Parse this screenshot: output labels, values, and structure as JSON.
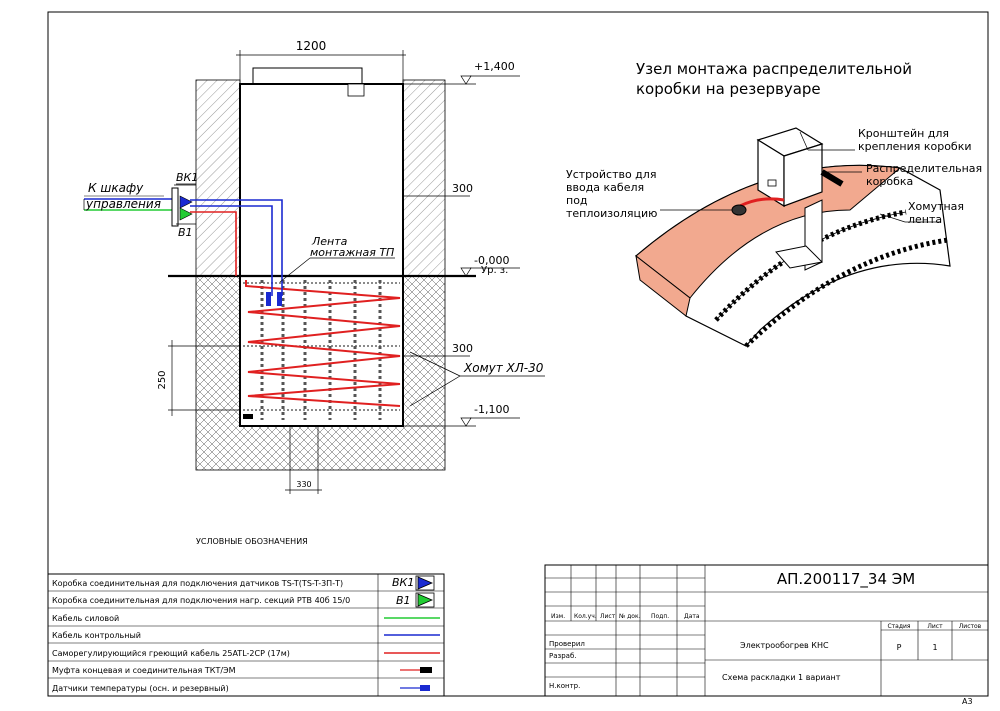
{
  "drawing": {
    "dim_width": "1200",
    "dim_wall_top": "300",
    "dim_wall_mid": "300",
    "dim_spacing": "250",
    "dim_bottom": "330",
    "level_top": "+1,400",
    "level_ground": "-0,000",
    "level_ground_sub": "Ур. з.",
    "level_bottom": "-1,100",
    "label_vk1": "ВК1",
    "label_v1": "В1",
    "label_to_cabinet_1": "К шкафу",
    "label_to_cabinet_2": "управления",
    "label_tape_1": "Лента",
    "label_tape_2": "монтажная ТП",
    "label_clamp": "Хомут ХЛ-30"
  },
  "detail": {
    "title_1": "Узел монтажа распределительной",
    "title_2": "коробки на резервуаре",
    "bracket_1": "Кронштейн для",
    "bracket_2": "крепления коробки",
    "device_1": "Устройство для",
    "device_2": "ввода кабеля",
    "device_3": "под",
    "device_4": "теплоизоляцию",
    "box_1": "Распределительная",
    "box_2": "коробка",
    "tape_1": "Хомутная",
    "tape_2": "лента"
  },
  "legend": {
    "heading": "УСЛОВНЫЕ ОБОЗНАЧЕНИЯ",
    "rows": [
      {
        "text": "Коробка соединительная для подключения датчиков TS-T(TS-T-3П-T)",
        "symbol": "ВК1"
      },
      {
        "text": "Коробка соединительная для подключения нагр. секций PTB 40б 15/0",
        "symbol": "В1"
      },
      {
        "text": "Кабель силовой",
        "symbol": ""
      },
      {
        "text": "Кабель контрольный",
        "symbol": ""
      },
      {
        "text": "Саморегулирующийся греющий кабель 25ATL-2CP (17м)",
        "symbol": ""
      },
      {
        "text": "Муфта концевая и соединительная ТКТ/ЭМ",
        "symbol": ""
      },
      {
        "text": "Датчики температуры (осн. и резервный)",
        "symbol": ""
      }
    ]
  },
  "stamp": {
    "code": "АП.200117_34 ЭМ",
    "col_izm": "Изм.",
    "col_kol": "Кол.уч.",
    "col_list": "Лист",
    "col_ndok": "№ док.",
    "col_podp": "Подп.",
    "col_data": "Дата",
    "row_prov": "Проверил",
    "row_razr": "Разраб.",
    "row_nkontr": "Н.контр.",
    "project": "Электрообогрев КНС",
    "sheet_title": "Схема раскладки 1 вариант",
    "h_stage": "Стадия",
    "h_sheet": "Лист",
    "h_sheets": "Листов",
    "v_stage": "Р",
    "v_sheet": "1",
    "format": "А3"
  },
  "colors": {
    "power": "#22cc33",
    "control": "#1a2ad1",
    "heating": "#e02020",
    "insulation": "#f2a98f"
  }
}
